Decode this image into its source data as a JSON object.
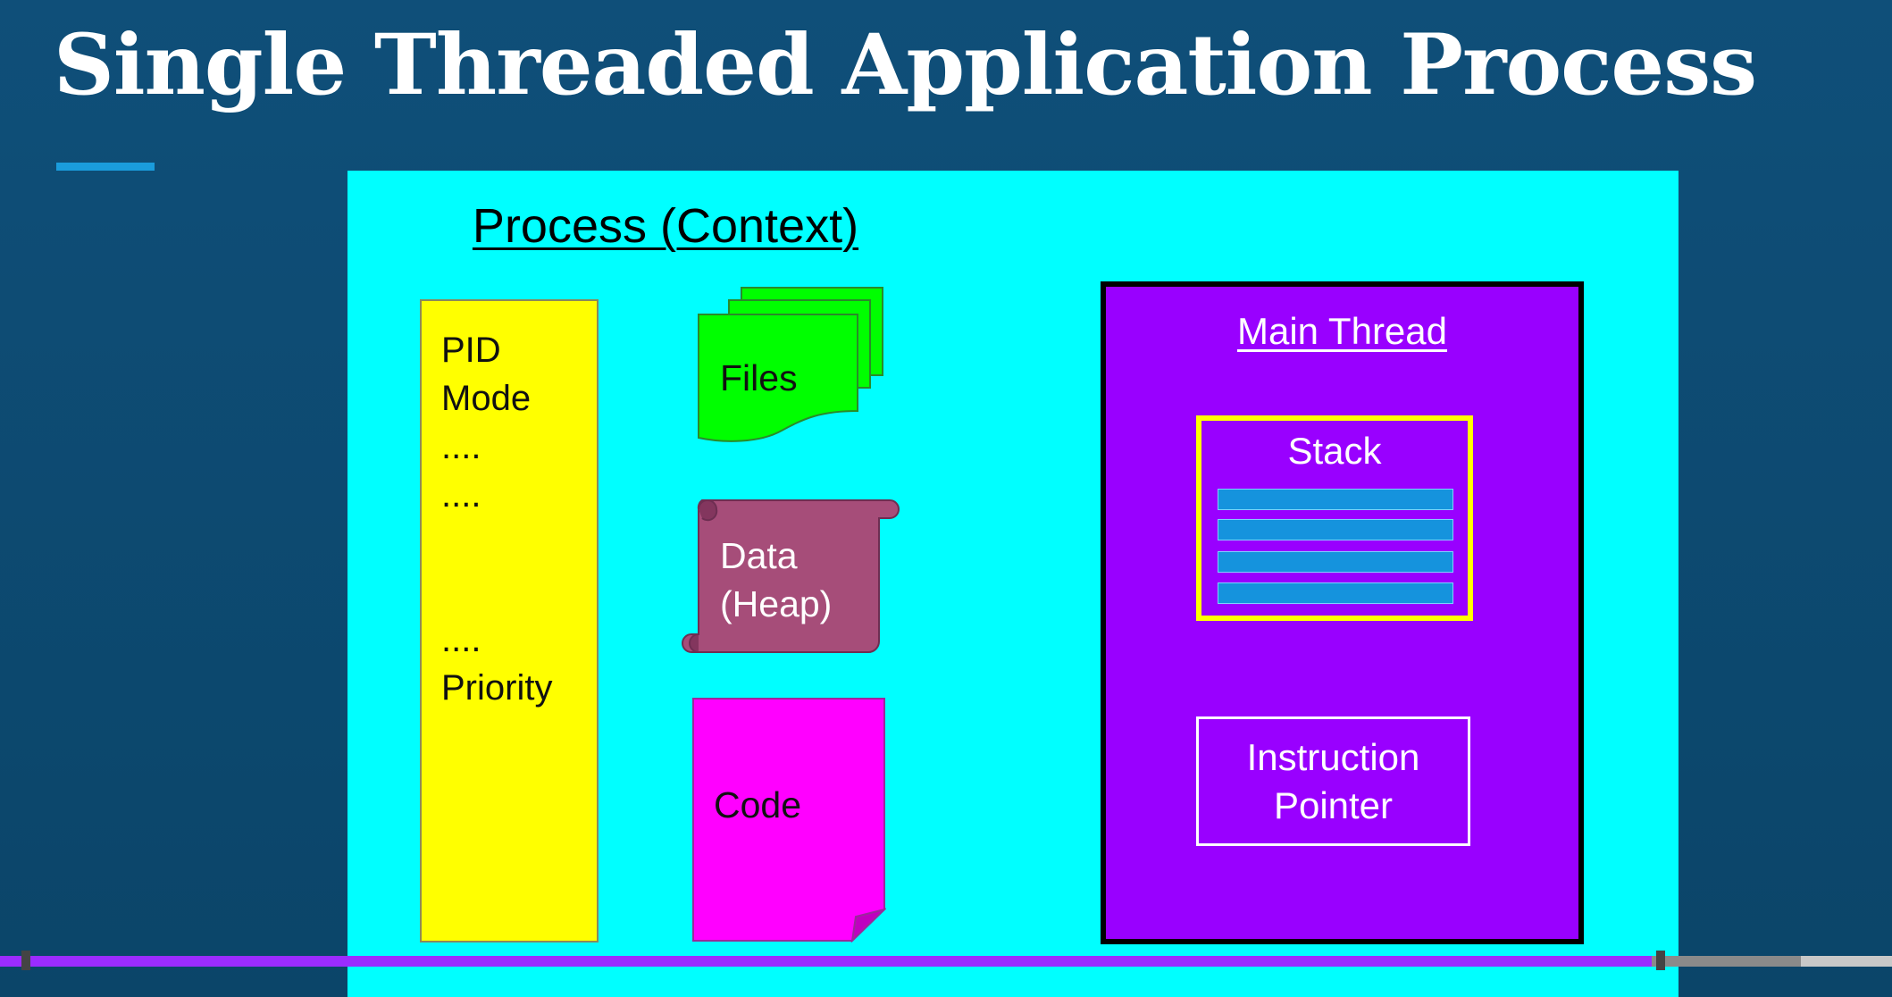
{
  "slide": {
    "title": "Single Threaded Application Process"
  },
  "diagram": {
    "process_title": "Process (Context)",
    "pcb": {
      "lines": [
        "PID",
        "Mode",
        "....",
        "....",
        "....",
        "Priority"
      ]
    },
    "files_label": "Files",
    "data_label_line1": "Data",
    "data_label_line2": "(Heap)",
    "code_label": "Code",
    "main_thread": {
      "title": "Main Thread",
      "stack_label": "Stack",
      "stack_frames": 4,
      "ip_line1": "Instruction",
      "ip_line2": "Pointer"
    }
  },
  "colors": {
    "background": "#0f4f79",
    "diagram_bg": "#00ffff",
    "pcb": "#ffff00",
    "files": "#00ff00",
    "data": "#a64d79",
    "code": "#ff00ff",
    "thread": "#9900ff",
    "stack_frame": "#1593dd",
    "progress_played": "#9b2cff"
  },
  "video": {
    "progress_fraction": 0.873
  }
}
